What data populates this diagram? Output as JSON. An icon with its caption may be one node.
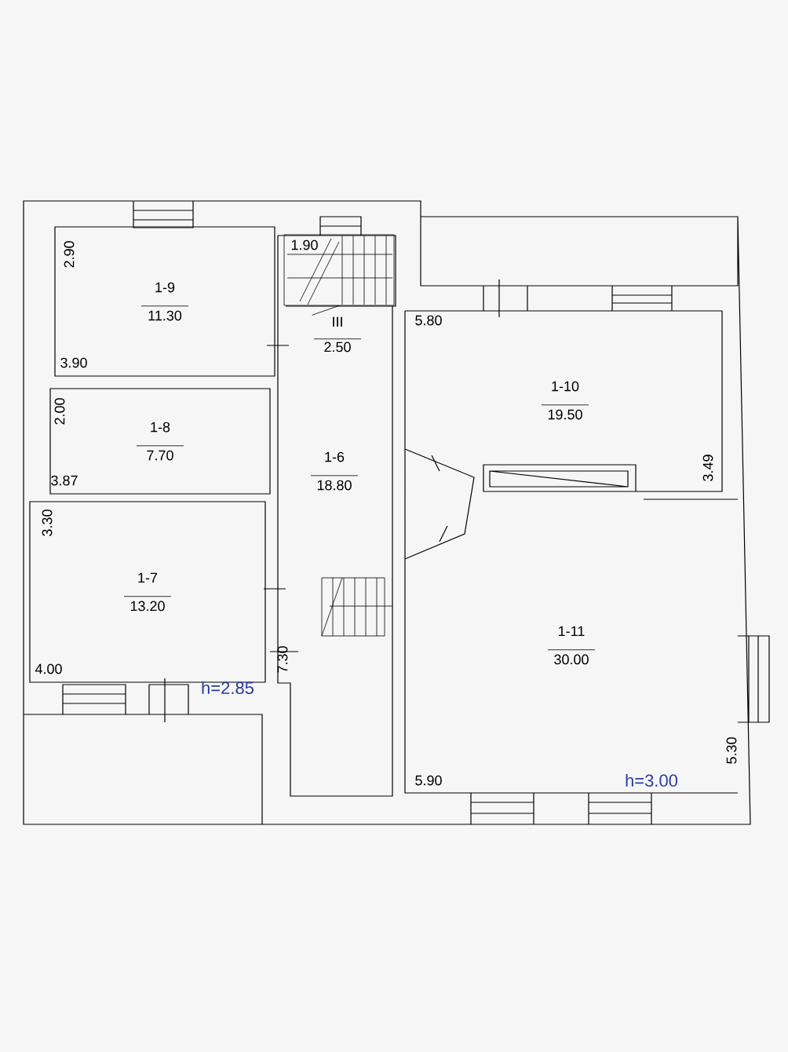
{
  "diagram": {
    "nodes": [
      {
        "text": [
          "1-9",
          "11.30"
        ]
      },
      {
        "text": [],
        "shape": "box"
      },
      {
        "text": [
          "III",
          "2.50"
        ]
      },
      {
        "text": [
          "1-10",
          "19.50"
        ]
      },
      {
        "text": [
          "1-8",
          "7.70"
        ]
      },
      {
        "text": [
          "1-6",
          "18.80"
        ]
      },
      {
        "text": [
          "1-7",
          "13.20"
        ]
      },
      {
        "text": [
          "1-11",
          "30.00"
        ]
      }
    ],
    "edges": [
      {
        "from": 2,
        "to": 1,
        "arrow": "none"
      }
    ],
    "labels": [
      "2.90",
      "1.90",
      "3.90",
      "5.80",
      "2.00",
      "3.87",
      "3.49",
      "3.30",
      "7.30",
      "4.00",
      "h=2.85",
      "5.90",
      "h=3.00",
      "5.30"
    ]
  }
}
